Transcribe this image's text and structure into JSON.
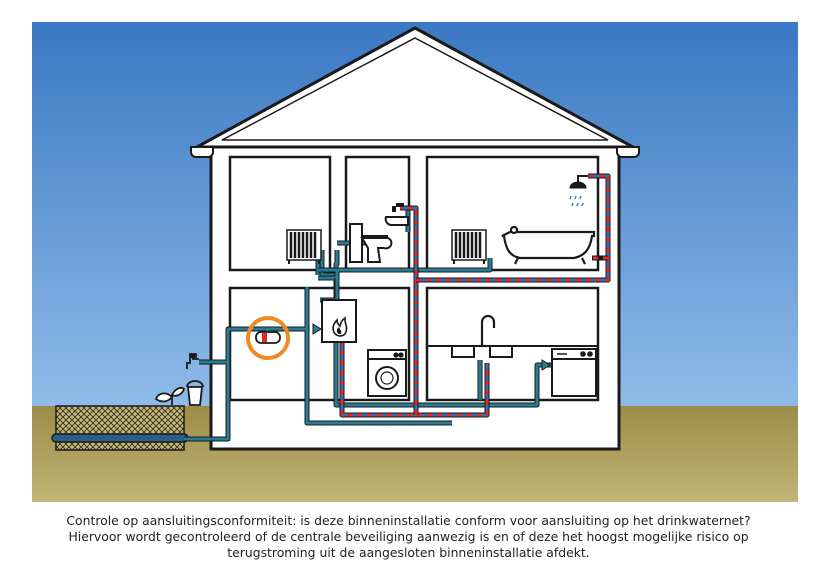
{
  "caption": {
    "line1": "Controle op aansluitingsconformiteit: is deze binneninstallatie conform voor aansluiting op het drinkwaternet?",
    "line2": "Hiervoor wordt gecontroleerd of de centrale beveiliging aanwezig is en of deze het hoogst mogelijke risico op",
    "line3": "terugstroming uit de aangesloten binneninstallatie afdekt."
  },
  "colors": {
    "sky": "#3f7fc9",
    "ground": "#9a8a46",
    "house_fill": "#ffffff",
    "outline": "#1a1a1a",
    "cold_pipe": "#2a7c95",
    "hot_pipe_red": "#e02b2b",
    "hot_pipe_blue": "#2e6fc0",
    "highlight": "#f08a24"
  },
  "icons": [
    "radiator-icon",
    "toilet-icon",
    "washbasin-icon",
    "tap-icon",
    "bathtub-icon",
    "shower-icon",
    "boiler-icon",
    "washing-machine-icon",
    "dishwasher-icon",
    "kitchen-tap-icon",
    "plant-icon",
    "bucket-icon",
    "backflow-preventer-icon",
    "water-meter-icon"
  ]
}
